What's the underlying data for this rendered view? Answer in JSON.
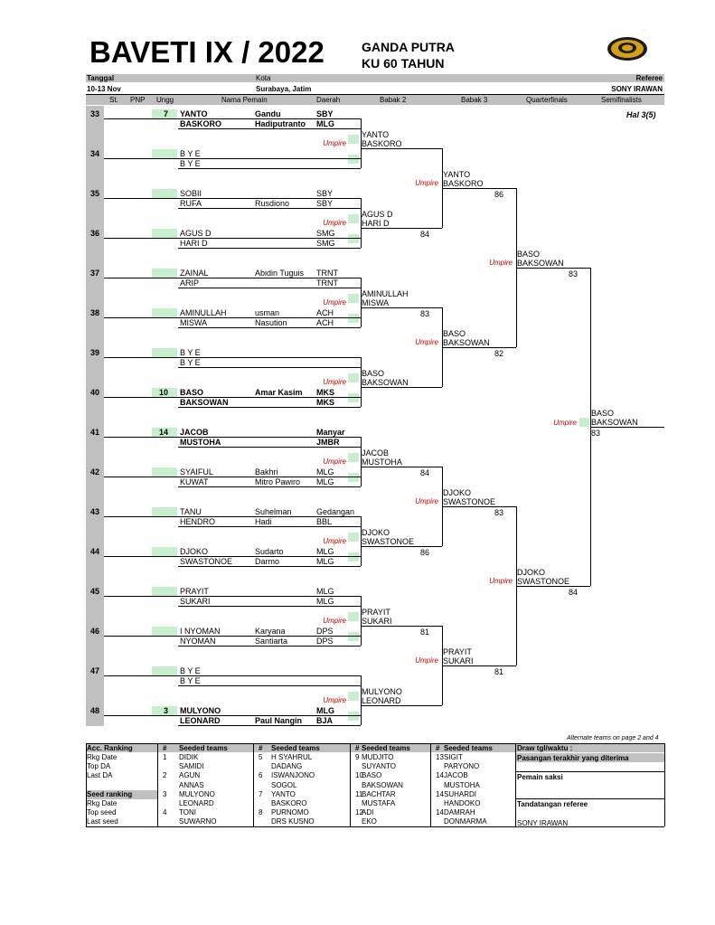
{
  "title": "BAVETI IX / 2022",
  "category_line1": "GANDA PUTRA",
  "category_line2": "KU 60 TAHUN",
  "info": {
    "tanggal_label": "Tanggal",
    "tanggal_value": "10-13 Nov",
    "kota_label": "Kota",
    "kota_value": "Surabaya, Jatim",
    "referee_label": "Referee",
    "referee_value": "SONY IRAWAN"
  },
  "columns": {
    "st": "St.",
    "pnp": "PNP",
    "ungg": "Ungg",
    "nama": "Nama Pemain",
    "daerah": "Daerah",
    "babak2": "Babak 2",
    "babak3": "Babak 3",
    "qf": "Quarterfinals",
    "sf": "Semifinalists"
  },
  "page_note": "Hal 3(5)",
  "umpire_label": "Umpire",
  "entries": [
    {
      "no": "33",
      "seed": "7",
      "p1": "YANTO",
      "p2": "BASKORO",
      "x1": "Gandu",
      "x2": "Hadiputranto",
      "d1": "SBY",
      "d2": "MLG",
      "bold": true
    },
    {
      "no": "34",
      "seed": "",
      "p1": "B Y E",
      "p2": "B Y E",
      "x1": "",
      "x2": "",
      "d1": "",
      "d2": "",
      "bold": false
    },
    {
      "no": "35",
      "seed": "",
      "p1": "SOBII",
      "p2": "RUFA",
      "x1": "",
      "x2": "Rusdiono",
      "d1": "SBY",
      "d2": "SBY",
      "bold": false
    },
    {
      "no": "36",
      "seed": "",
      "p1": "AGUS D",
      "p2": "HARI D",
      "x1": "",
      "x2": "",
      "d1": "SMG",
      "d2": "SMG",
      "bold": false
    },
    {
      "no": "37",
      "seed": "",
      "p1": "ZAINAL",
      "p2": "ARIP",
      "x1": "Abidin Tuguis",
      "x2": "",
      "d1": "TRNT",
      "d2": "TRNT",
      "bold": false
    },
    {
      "no": "38",
      "seed": "",
      "p1": "AMINULLAH",
      "p2": "MISWA",
      "x1": "usman",
      "x2": "Nasution",
      "d1": "ACH",
      "d2": "ACH",
      "bold": false
    },
    {
      "no": "39",
      "seed": "",
      "p1": "B Y E",
      "p2": "B Y E",
      "x1": "",
      "x2": "",
      "d1": "",
      "d2": "",
      "bold": false
    },
    {
      "no": "40",
      "seed": "10",
      "p1": "BASO",
      "p2": "BAKSOWAN",
      "x1": "Amar Kasim",
      "x2": "",
      "d1": "MKS",
      "d2": "MKS",
      "bold": true
    },
    {
      "no": "41",
      "seed": "14",
      "p1": "JACOB",
      "p2": "MUSTOHA",
      "x1": "",
      "x2": "",
      "d1": "Manyar",
      "d2": "JMBR",
      "bold": true
    },
    {
      "no": "42",
      "seed": "",
      "p1": "SYAIFUL",
      "p2": "KUWAT",
      "x1": "Bakhri",
      "x2": "Mitro Pawiro",
      "d1": "MLG",
      "d2": "MLG",
      "bold": false
    },
    {
      "no": "43",
      "seed": "",
      "p1": "TANU",
      "p2": "HENDRO",
      "x1": "Suhelman",
      "x2": "Hadi",
      "d1": "Gedangan",
      "d2": "BBL",
      "bold": false
    },
    {
      "no": "44",
      "seed": "",
      "p1": "DJOKO",
      "p2": "SWASTONOE",
      "x1": "Sudarto",
      "x2": "Darmo",
      "d1": "MLG",
      "d2": "MLG",
      "bold": false
    },
    {
      "no": "45",
      "seed": "",
      "p1": "PRAYIT",
      "p2": "SUKARI",
      "x1": "",
      "x2": "",
      "d1": "MLG",
      "d2": "MLG",
      "bold": false
    },
    {
      "no": "46",
      "seed": "",
      "p1": "I NYOMAN",
      "p2": "NYOMAN",
      "x1": "Karyana",
      "x2": "Santiarta",
      "d1": "DPS",
      "d2": "DPS",
      "bold": false
    },
    {
      "no": "47",
      "seed": "",
      "p1": "B Y E",
      "p2": "B Y E",
      "x1": "",
      "x2": "",
      "d1": "",
      "d2": "",
      "bold": false
    },
    {
      "no": "48",
      "seed": "3",
      "p1": "MULYONO",
      "p2": "LEONARD",
      "x1": "",
      "x2": "Paul Nangin",
      "d1": "MLG",
      "d2": "BJA",
      "bold": true
    }
  ],
  "round2": [
    {
      "a": "YANTO",
      "b": "BASKORO",
      "score": ""
    },
    {
      "a": "AGUS D",
      "b": "HARI D",
      "score": "84"
    },
    {
      "a": "AMINULLAH",
      "b": "MISWA",
      "score": "83"
    },
    {
      "a": "BASO",
      "b": "BAKSOWAN",
      "score": ""
    },
    {
      "a": "JACOB",
      "b": "MUSTOHA",
      "score": "84"
    },
    {
      "a": "DJOKO",
      "b": "SWASTONOE",
      "score": "86"
    },
    {
      "a": "PRAYIT",
      "b": "SUKARI",
      "score": "81"
    },
    {
      "a": "MULYONO",
      "b": "LEONARD",
      "score": ""
    }
  ],
  "round3": [
    {
      "a": "YANTO",
      "b": "BASKORO",
      "score": "86"
    },
    {
      "a": "BASO",
      "b": "BAKSOWAN",
      "score": "82"
    },
    {
      "a": "DJOKO",
      "b": "SWASTONOE",
      "score": "83"
    },
    {
      "a": "PRAYIT",
      "b": "SUKARI",
      "score": "81"
    }
  ],
  "qf": [
    {
      "a": "BASO",
      "b": "BAKSOWAN",
      "score": "83"
    },
    {
      "a": "DJOKO",
      "b": "SWASTONOE",
      "score": "84"
    }
  ],
  "sf": {
    "a": "BASO",
    "b": "BAKSOWAN",
    "score": "83"
  },
  "alternate_note": "Alternate teams on page 2 and 4",
  "bottom": {
    "acc_ranking": "Acc. Ranking",
    "hash": "#",
    "seeded_teams": "Seeded teams",
    "left_rows": [
      "Rkg Date",
      "Top DA",
      "Last DA",
      "",
      "Seed ranking",
      "Rkg Date",
      "Top seed",
      "Last seed"
    ],
    "col1_num": [
      "1",
      "",
      "2",
      "",
      "3",
      "",
      "4",
      ""
    ],
    "col1_name": [
      "DIDIK",
      "SAMIDI",
      "AGUN",
      "ANNAS",
      "MULYONO",
      "LEONARD",
      "TONI",
      "SUWARNO"
    ],
    "col2_num": [
      "5",
      "",
      "6",
      "",
      "7",
      "",
      "8",
      ""
    ],
    "col2_name": [
      "H SYAHRUL",
      "DADANG",
      "ISWANJONO",
      "SOGOL",
      "YANTO",
      "BASKORO",
      "PURNOMO",
      "DRS KUSNO"
    ],
    "col3_num": [
      "9",
      "",
      "10",
      "",
      "11",
      "",
      "12",
      ""
    ],
    "col3_name": [
      "MUDJITO",
      "SUYANTO",
      "BASO",
      "BAKSOWAN",
      "BACHTAR",
      "MUSTAFA",
      "ADI",
      "EKO"
    ],
    "col4_num": [
      "13",
      "",
      "14",
      "",
      "14",
      "",
      "14",
      ""
    ],
    "col4_name": [
      "SIGIT",
      "PARYONO",
      "JACOB",
      "MUSTOHA",
      "SUHARDI",
      "HANDOKO",
      "DAMRAH",
      "DONMARMA"
    ],
    "draw_label": "Draw tgl/waktu :",
    "pasangan_label": "Pasangan terakhir yang diterima",
    "saksi_label": "Pemain saksi",
    "tandatangan_label": "Tandatangan referee",
    "referee_name": "SONY IRAWAN"
  }
}
